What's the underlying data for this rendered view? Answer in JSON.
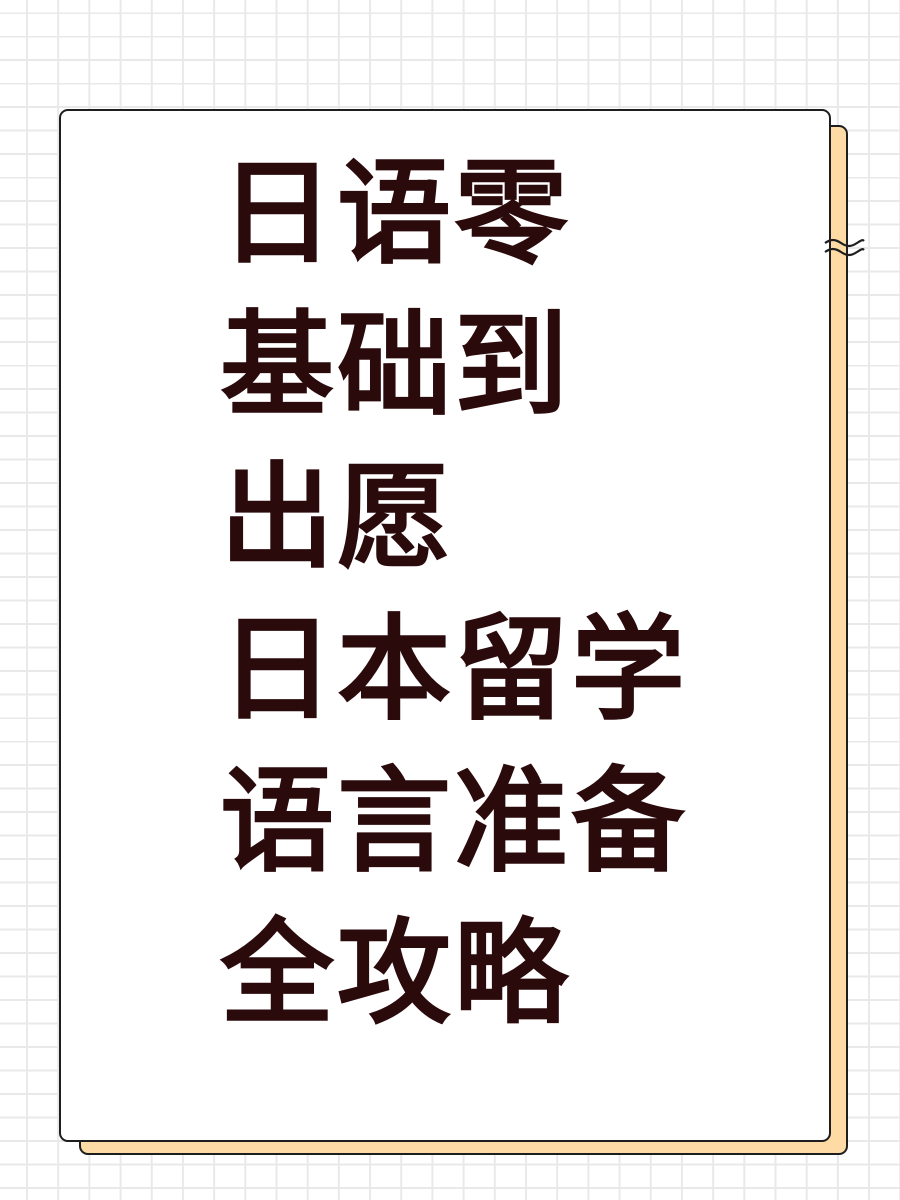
{
  "poster": {
    "title_lines": [
      "日语零",
      "基础到",
      "出愿",
      "日本留学",
      "语言准备",
      "全攻略"
    ],
    "colors": {
      "background": "#ffffff",
      "grid_line": "#e9e9e9",
      "front_card": "#ffffff",
      "back_card": "#fedba5",
      "border": "#1e1e1e",
      "text": "#2b0a0c"
    },
    "decorations": {
      "squiggle_icon": "double-wave-break-mark"
    }
  }
}
